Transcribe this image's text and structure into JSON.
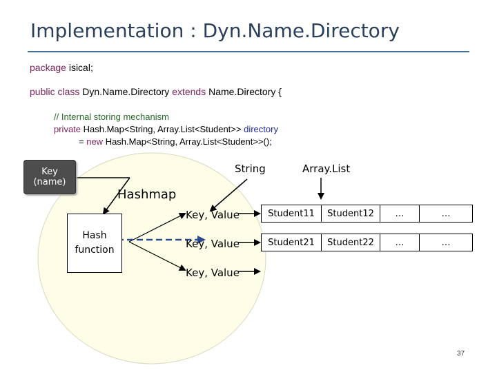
{
  "title": "Implementation : Dyn.Name.Directory",
  "code": {
    "line1": {
      "kw": "package",
      "rest": " isical;"
    },
    "line2": {
      "kw1": "public class",
      "mid1": " Dyn.Name.Directory ",
      "kw2": "extends",
      "rest": " Name.Directory {"
    },
    "comment": "// Internal storing mechanism",
    "line4": {
      "kw": "private",
      "mid": " Hash.Map<String, Array.List<Student>> ",
      "field": "directory"
    },
    "line5": {
      "pre": "= ",
      "kw": "new",
      "rest": " Hash.Map<String, Array.List<Student>>();"
    }
  },
  "diagram": {
    "key_box": {
      "line1": "Key",
      "line2": "(name)"
    },
    "label_string": "String",
    "label_arraylist": "Array.List",
    "label_hashmap": "Hashmap",
    "hash_function": {
      "line1": "Hash",
      "line2": "function"
    },
    "entries": [
      "Key, Value",
      "Key, Value",
      "Key, Value"
    ],
    "row1": [
      "Student11",
      "Student12",
      "…",
      "…"
    ],
    "row2": [
      "Student21",
      "Student22",
      "…",
      "…"
    ]
  },
  "page_number": "37",
  "colors": {
    "title": "#2a3f5a",
    "rule": "#4a6d9c",
    "ellipse_fill": "#fefee8",
    "keyword": "#7a1f5a",
    "field": "#1f2a9c",
    "dashed_arrow": "#2a4a8c"
  }
}
